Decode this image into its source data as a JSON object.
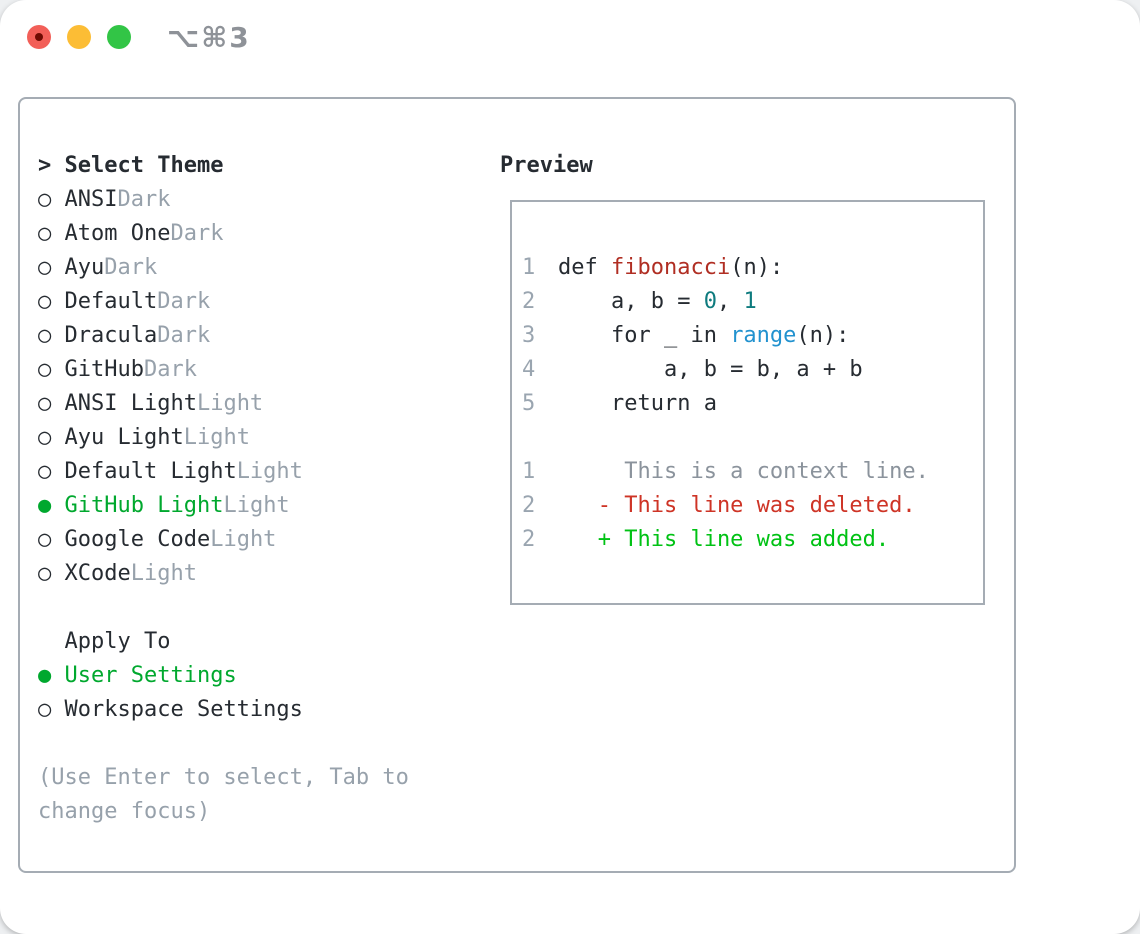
{
  "window": {
    "title_shortcut": "⌥⌘3"
  },
  "colors": {
    "text_dark": "#262b31",
    "gray_muted": "#97a1ab",
    "gray_linenum": "#9aa5b0",
    "gray_context": "#8b939c",
    "green_selected": "#00a82e",
    "green_added": "#00c214",
    "red_deleted": "#ce3426",
    "red_func": "#b02e23",
    "teal_number": "#0e7b7e",
    "blue_builtin": "#2292cf",
    "panel_border": "#a5acb4",
    "title_gray": "#8e9298",
    "traffic_red": "#f25f58",
    "traffic_yellow": "#fcbd35",
    "traffic_green": "#32c546"
  },
  "theme_picker": {
    "heading_prefix": ">",
    "heading": "Select Theme",
    "marker_selected": "●",
    "marker_unselected": "○",
    "items": [
      {
        "name": "ANSI",
        "variant": "Dark",
        "selected": false
      },
      {
        "name": "Atom One",
        "variant": "Dark",
        "selected": false
      },
      {
        "name": "Ayu",
        "variant": "Dark",
        "selected": false
      },
      {
        "name": "Default",
        "variant": "Dark",
        "selected": false
      },
      {
        "name": "Dracula",
        "variant": "Dark",
        "selected": false
      },
      {
        "name": "GitHub",
        "variant": "Dark",
        "selected": false
      },
      {
        "name": "ANSI Light",
        "variant": "Light",
        "selected": false
      },
      {
        "name": "Ayu Light",
        "variant": "Light",
        "selected": false
      },
      {
        "name": "Default Light",
        "variant": "Light",
        "selected": false
      },
      {
        "name": "GitHub Light",
        "variant": "Light",
        "selected": true
      },
      {
        "name": "Google Code",
        "variant": "Light",
        "selected": false
      },
      {
        "name": "XCode",
        "variant": "Light",
        "selected": false
      }
    ]
  },
  "apply_to": {
    "heading": "Apply To",
    "options": [
      {
        "label": "User Settings",
        "selected": true
      },
      {
        "label": "Workspace Settings",
        "selected": false
      }
    ]
  },
  "hint": "(Use Enter to select, Tab to change focus)",
  "preview": {
    "heading": "Preview",
    "code_lines": [
      {
        "num": "1",
        "segments": [
          {
            "text": "def ",
            "style": "plain"
          },
          {
            "text": "fibonacci",
            "style": "func"
          },
          {
            "text": "(n):",
            "style": "plain"
          }
        ]
      },
      {
        "num": "2",
        "segments": [
          {
            "text": "    a, b = ",
            "style": "plain"
          },
          {
            "text": "0",
            "style": "number"
          },
          {
            "text": ", ",
            "style": "plain"
          },
          {
            "text": "1",
            "style": "number"
          }
        ]
      },
      {
        "num": "3",
        "segments": [
          {
            "text": "    for _ in ",
            "style": "plain"
          },
          {
            "text": "range",
            "style": "builtin"
          },
          {
            "text": "(n):",
            "style": "plain"
          }
        ]
      },
      {
        "num": "4",
        "segments": [
          {
            "text": "        a, b = b, a + b",
            "style": "plain"
          }
        ]
      },
      {
        "num": "5",
        "segments": [
          {
            "text": "    return a",
            "style": "plain"
          }
        ]
      }
    ],
    "diff_lines": [
      {
        "num": "1",
        "segments": [
          {
            "text": "     This is a context line.",
            "style": "context"
          }
        ]
      },
      {
        "num": "2",
        "segments": [
          {
            "text": "   - This line was deleted.",
            "style": "deleted"
          }
        ]
      },
      {
        "num": "2",
        "segments": [
          {
            "text": "   + This line was added.",
            "style": "added"
          }
        ]
      }
    ]
  }
}
